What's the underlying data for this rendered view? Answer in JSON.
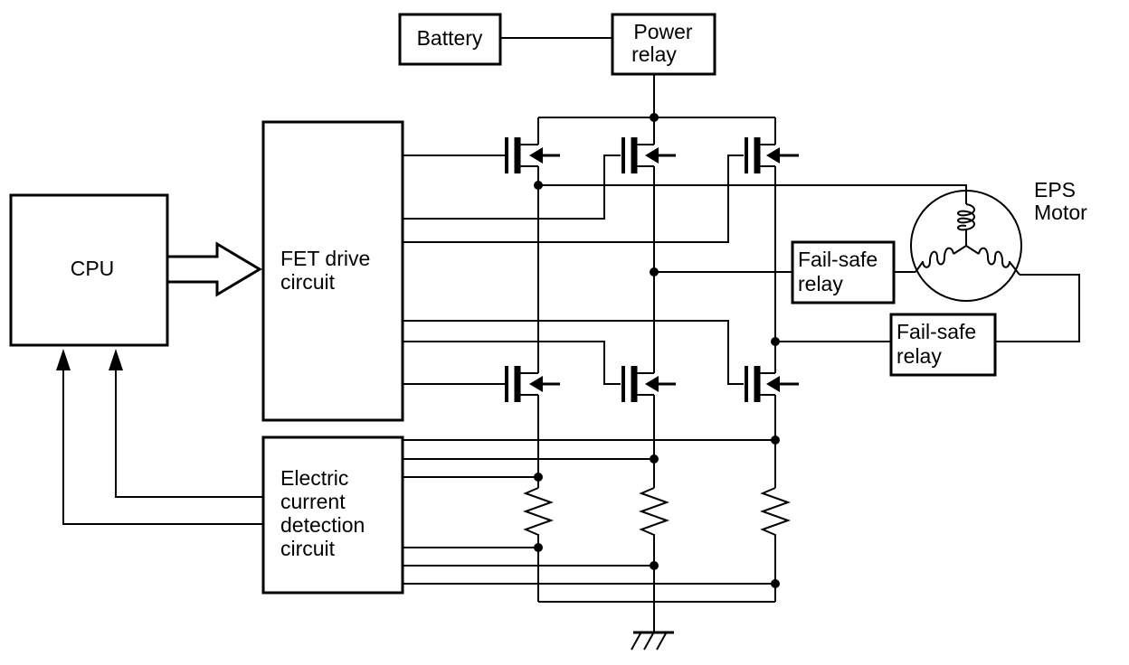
{
  "blocks": {
    "battery": "Battery",
    "power_relay": [
      "Power",
      "relay"
    ],
    "cpu": "CPU",
    "fet_drive": [
      "FET drive",
      "circuit"
    ],
    "current_detection": [
      "Electric",
      "current",
      "detection",
      "circuit"
    ],
    "fail_safe_relay_1": [
      "Fail-safe",
      "relay"
    ],
    "fail_safe_relay_2": [
      "Fail-safe",
      "relay"
    ],
    "eps_motor": [
      "EPS",
      "Motor"
    ]
  }
}
